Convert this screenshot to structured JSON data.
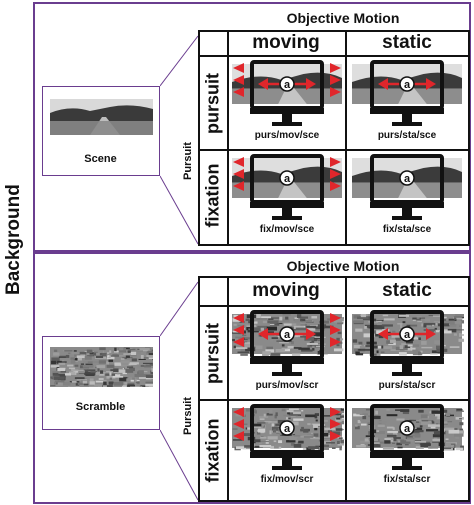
{
  "side_label": "Background",
  "panels": [
    {
      "id": "scene",
      "objective_motion_title": "Objective Motion",
      "col_headers": [
        "moving",
        "static"
      ],
      "row_headers": [
        "pursuit",
        "fixation"
      ],
      "pursuit_side_label": "Pursuit",
      "thumbnail_caption": "Scene",
      "cells": [
        {
          "caption": "purs/mov/sce"
        },
        {
          "caption": "purs/sta/sce"
        },
        {
          "caption": "fix/mov/sce"
        },
        {
          "caption": "fix/sta/sce"
        }
      ]
    },
    {
      "id": "scramble",
      "objective_motion_title": "Objective Motion",
      "col_headers": [
        "moving",
        "static"
      ],
      "row_headers": [
        "pursuit",
        "fixation"
      ],
      "pursuit_side_label": "Pursuit",
      "thumbnail_caption": "Scramble",
      "cells": [
        {
          "caption": "purs/mov/scr"
        },
        {
          "caption": "purs/sta/scr"
        },
        {
          "caption": "fix/mov/scr"
        },
        {
          "caption": "fix/sta/scr"
        }
      ]
    }
  ],
  "target_letter": "a",
  "colors": {
    "frame": "#6a3d8f",
    "arrow": "#e0262b",
    "monitor": "#111111"
  }
}
